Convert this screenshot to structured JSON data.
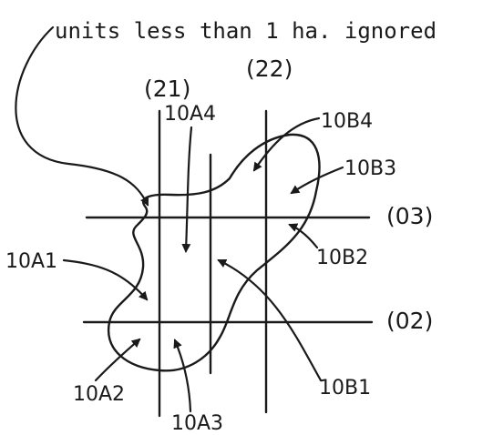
{
  "note": "units less than 1 ha. ignored",
  "grid_labels": {
    "col_21": "(21)",
    "col_22": "(22)",
    "row_03": "(03)",
    "row_02": "(02)"
  },
  "units": {
    "a1": "10A1",
    "a2": "10A2",
    "a3": "10A3",
    "a4": "10A4",
    "b1": "10B1",
    "b2": "10B2",
    "b3": "10B3",
    "b4": "10B4"
  }
}
